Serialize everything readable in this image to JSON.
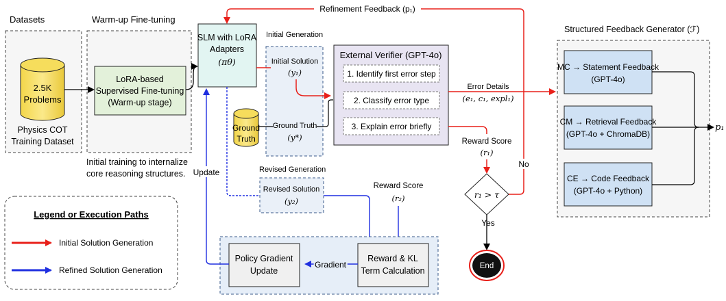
{
  "sections": {
    "datasets": "Datasets",
    "warmup": "Warm-up Fine-tuning",
    "initial_generation": "Initial Generation",
    "revised_generation": "Revised Generation",
    "feedback_generator": "Structured Feedback Generator (ℱ)"
  },
  "dataset": {
    "cylinder_line1": "2.5K",
    "cylinder_line2": "Problems",
    "caption_line1": "Physics COT",
    "caption_line2": "Training Dataset"
  },
  "warmup": {
    "box_line1": "LoRA-based",
    "box_line2": "Supervised Fine-tuning",
    "box_line3": "(Warm-up stage)",
    "note_line1": "Initial training to internalize",
    "note_line2": "core reasoning structures."
  },
  "slm": {
    "line1": "SLM with LoRA",
    "line2": "Adapters",
    "line3": "(πθ)"
  },
  "initial_solution": {
    "label": "Initial Solution",
    "symbol": "(y₁)"
  },
  "ground_truth": {
    "cyl_line1": "Ground",
    "cyl_line2": "Truth",
    "label": "Ground Truth",
    "symbol": "(y*)"
  },
  "verifier": {
    "title": "External Verifier (GPT-4o)",
    "steps": [
      "1. Identify first error step",
      "2. Classify error type",
      "3. Explain error briefly"
    ]
  },
  "error_details": {
    "label": "Error Details",
    "symbol": "(e₁, c₁, expl₁)"
  },
  "reward1": {
    "label": "Reward Score",
    "symbol": "(r₁)"
  },
  "decision": {
    "condition": "r₁ > τ",
    "yes": "Yes",
    "no": "No",
    "end": "End"
  },
  "refinement": {
    "label": "Refinement Feedback (p₁)"
  },
  "feedback_boxes": [
    {
      "line1": "MC → Statement Feedback",
      "line2": "(GPT-4o)"
    },
    {
      "line1": "CM → Retrieval Feedback",
      "line2": "(GPT-4o + ChromaDB)"
    },
    {
      "line1": "CE → Code Feedback",
      "line2": "(GPT-4o + Python)"
    }
  ],
  "output_symbol": "p₁",
  "revised_solution": {
    "label": "Revised Solution",
    "symbol": "(y₂)"
  },
  "reward2": {
    "label": "Reward Score",
    "symbol": "(r₂)"
  },
  "reward_kl": {
    "line1": "Reward & KL",
    "line2": "Term Calculation"
  },
  "gradient": "Gradient",
  "policy": {
    "line1": "Policy Gradient",
    "line2": "Update"
  },
  "update": "Update",
  "legend": {
    "title": "Legend or Execution Paths",
    "items": [
      {
        "label": "Initial Solution Generation",
        "color": "#e8201a"
      },
      {
        "label": "Refined Solution Generation",
        "color": "#1f2fe0"
      }
    ]
  },
  "colors": {
    "red": "#e8201a",
    "blue": "#1f2fe0"
  }
}
